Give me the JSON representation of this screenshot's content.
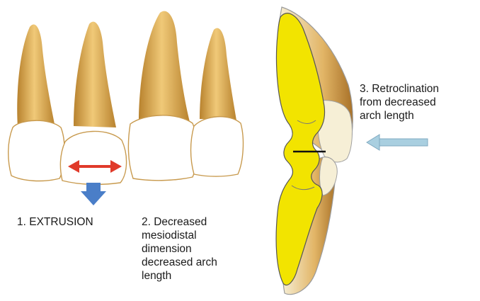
{
  "labels": {
    "extrusion": "1. EXTRUSION",
    "mesiodistal": [
      "2. Decreased",
      "mesiodistal",
      "dimension",
      "decreased arch",
      "length"
    ],
    "retroclination": [
      "3. Retroclination",
      "from decreased",
      "arch length"
    ]
  },
  "colors": {
    "crown_fill": "#ffffff",
    "root_gold": "#e0b25a",
    "root_dark": "#b8822e",
    "yellow_fill": "#f2e400",
    "red_arrow": "#e03a2a",
    "blue_arrow": "#4a7ec8",
    "light_blue_arrow": "#a9cfe0",
    "cream": "#f6efd6"
  }
}
